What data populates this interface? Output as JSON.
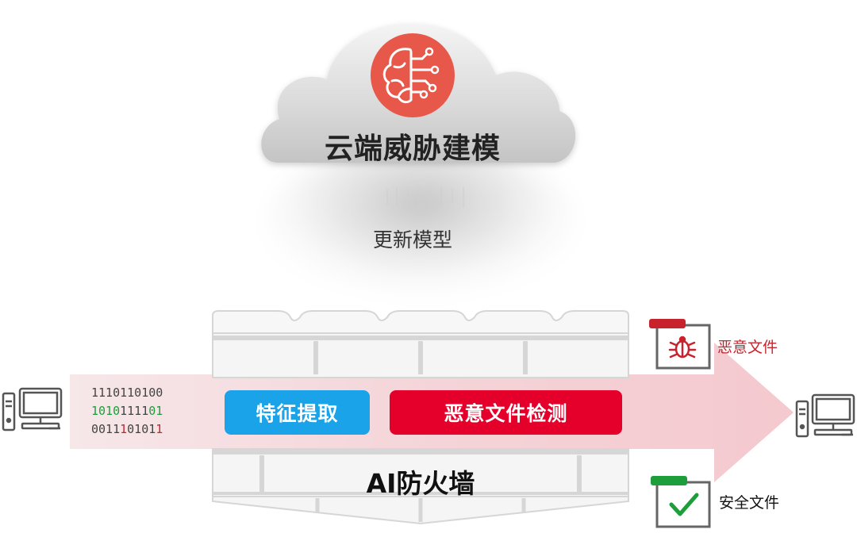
{
  "cloud": {
    "title": "云端威胁建模",
    "icon": "brain-circuit-icon",
    "icon_bg": "#e8584a"
  },
  "update": {
    "label": "更新模型"
  },
  "binary": {
    "rows": [
      "1110110100",
      "1010111101",
      "0011101011"
    ]
  },
  "pipeline": {
    "feature_extraction": "特征提取",
    "malware_detection": "恶意文件检测",
    "feature_color": "#1aa3e8",
    "detection_color": "#e5002b"
  },
  "firewall": {
    "label": "AI防火墙"
  },
  "outputs": {
    "malicious": {
      "label": "恶意文件",
      "icon": "bug-icon",
      "color": "#c8232c"
    },
    "safe": {
      "label": "安全文件",
      "icon": "checkmark-icon",
      "color": "#1e9e3a"
    }
  },
  "devices": {
    "source": "computer-icon",
    "destination": "computer-icon"
  }
}
